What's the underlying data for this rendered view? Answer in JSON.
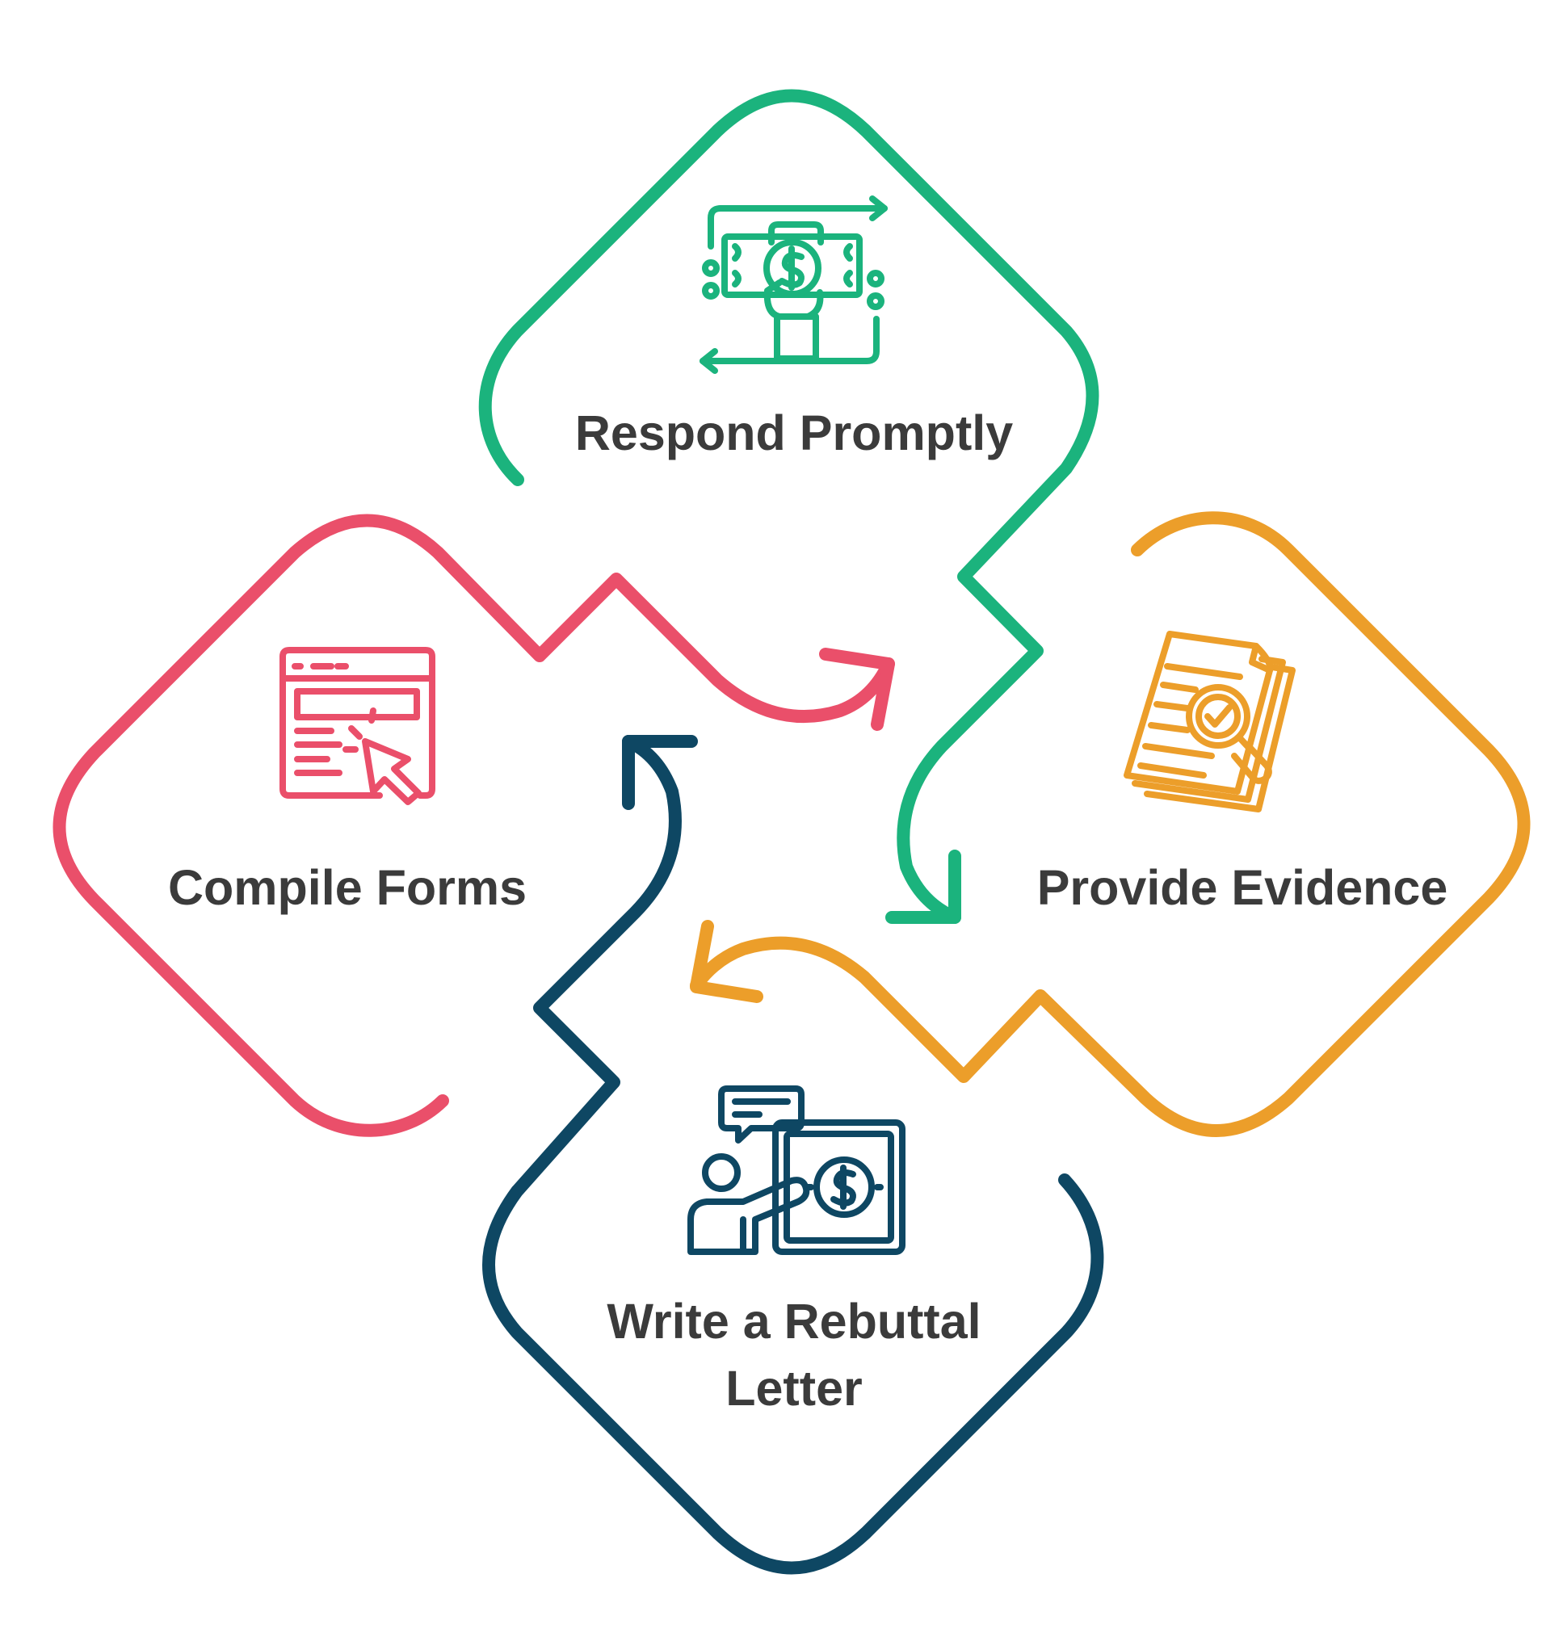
{
  "diagram": {
    "steps": [
      {
        "key": "respond",
        "label": "Respond Promptly",
        "color": "#1bb37d",
        "icon": "money-exchange-icon"
      },
      {
        "key": "evidence",
        "label": "Provide Evidence",
        "color": "#ec9e2a",
        "icon": "document-search-icon"
      },
      {
        "key": "rebuttal",
        "label_line1": "Write a Rebuttal",
        "label_line2": "Letter",
        "color": "#0e4763",
        "icon": "presentation-money-icon"
      },
      {
        "key": "forms",
        "label": "Compile Forms",
        "color": "#ea4f6a",
        "icon": "web-form-click-icon"
      }
    ]
  }
}
